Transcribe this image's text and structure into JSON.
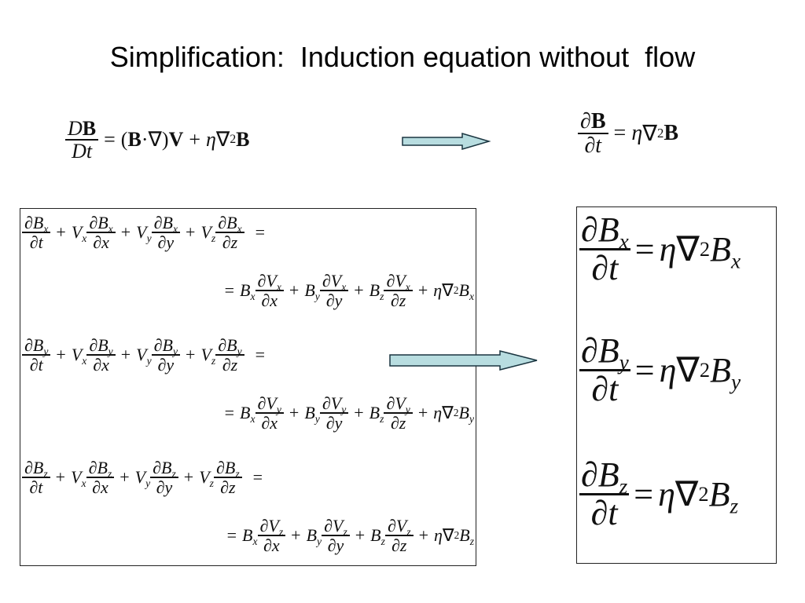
{
  "title": "Simplification:  Induction equation without  flow",
  "top": {
    "lhs_num": "D",
    "lhs_num_b": "B",
    "lhs_den": "Dt",
    "rhs_open": "(",
    "rhs_B": "B",
    "rhs_dot": "·",
    "rhs_nabla": "∇",
    "rhs_close": ")",
    "rhs_V": "V",
    "plus": "+",
    "eta": "η",
    "nabla": "∇",
    "two": "2",
    "B": "B",
    "right_num_d": "∂",
    "right_num_b": "B",
    "right_den": "∂t",
    "equals": "="
  },
  "left_box": {
    "components": [
      "x",
      "y",
      "z"
    ],
    "d": "∂",
    "t": "t",
    "V": "V",
    "B": "B",
    "vars": [
      "x",
      "y",
      "z"
    ],
    "plus": "+",
    "equals": "=",
    "eta": "η",
    "nabla": "∇",
    "two": "2"
  },
  "right_box": {
    "components": [
      "x",
      "y",
      "z"
    ],
    "d": "∂",
    "t": "t",
    "B": "B",
    "equals": "=",
    "eta": "η",
    "nabla": "∇",
    "two": "2"
  },
  "colors": {
    "arrow_fill": "#b8dde0",
    "arrow_stroke": "#1a3540",
    "text": "#111111"
  },
  "icons": [
    "right-arrow-icon"
  ]
}
